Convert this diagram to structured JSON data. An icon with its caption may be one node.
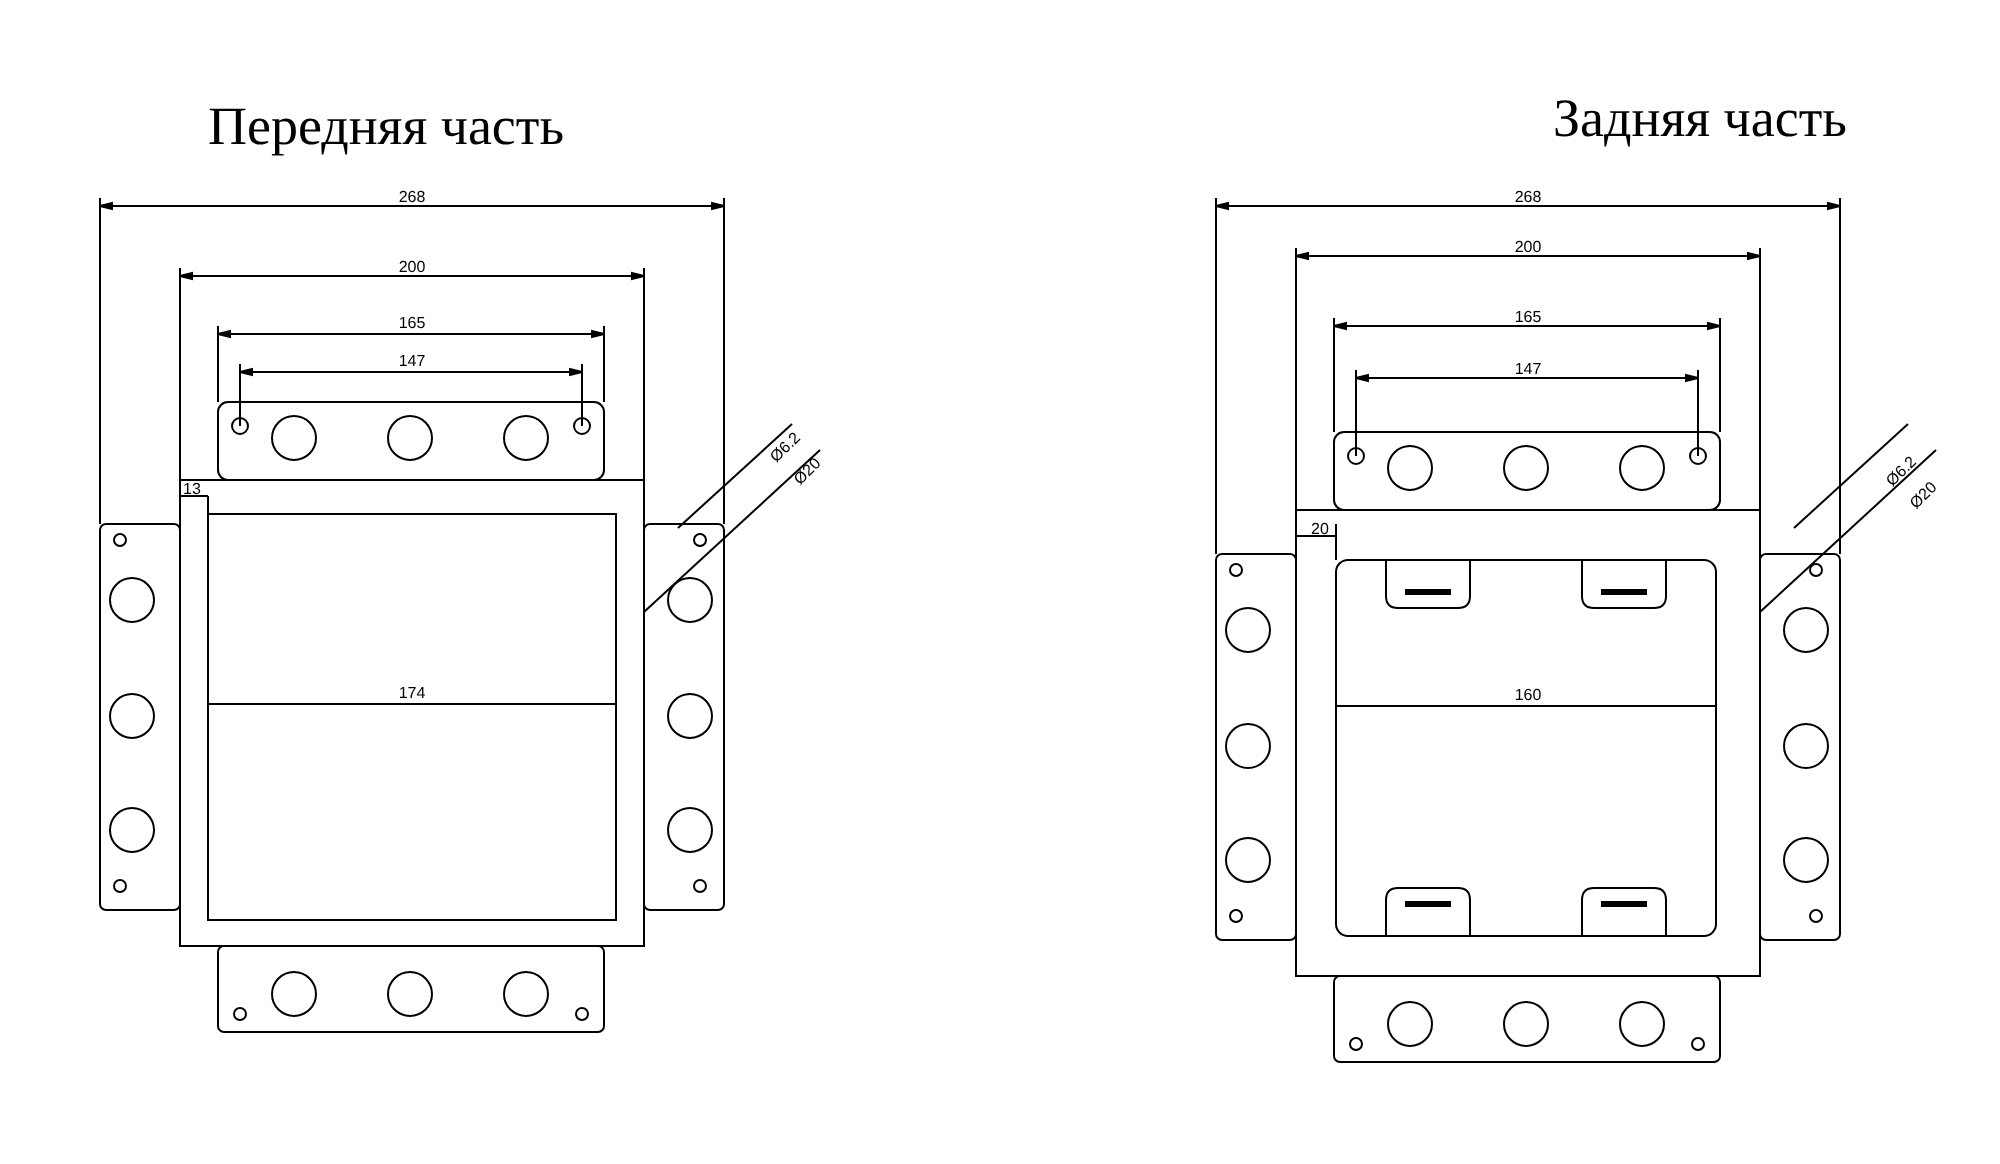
{
  "diagram": {
    "labels": [
      "Передняя часть",
      "Задняя часть",
      "268",
      "200",
      "165",
      "147",
      "13",
      "Ø6.2",
      "Ø20",
      "174",
      "268",
      "200",
      "165",
      "147",
      "20",
      "Ø6.2",
      "Ø20",
      "160"
    ]
  }
}
